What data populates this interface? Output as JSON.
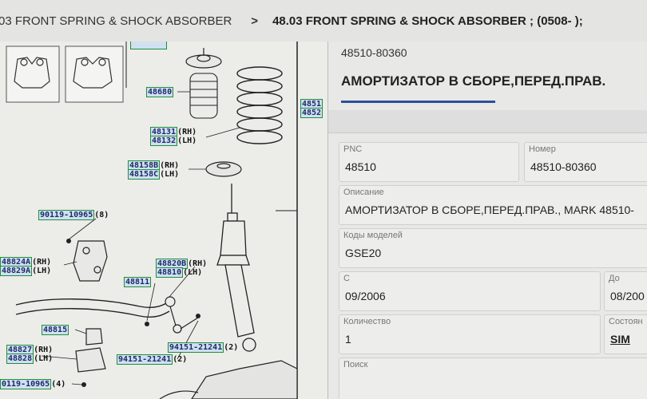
{
  "breadcrumb": {
    "level1": "03 FRONT SPRING & SHOCK ABSORBER",
    "separator": ">",
    "level2": "48.03 FRONT SPRING & SHOCK ABSORBER ; (0508- );"
  },
  "diagram": {
    "labels": {
      "l48680": "48680",
      "l48131": "48131",
      "l48132": "48132",
      "l48158b": "48158B",
      "l48158c": "48158C",
      "l90119a": "90119-10965",
      "l48824a": "48824A",
      "l48829a": "48829A",
      "l48820b": "48820B",
      "l48810": "48810",
      "l48811": "48811",
      "l48815": "48815",
      "l48827": "48827",
      "l48828": "48828",
      "l94151a": "94151-21241",
      "l94151b": "94151-21241",
      "l90119b": "0119-10965",
      "l485r1": "4851",
      "l485r2": "4852"
    },
    "qty8": "(8)",
    "qty2a": "(2)",
    "qty2b": "(2)",
    "qty4": "(4)",
    "rh": "(RH)",
    "lh": "(LH)"
  },
  "part": {
    "number": "48510-80360",
    "title": "АМОРТИЗАТОР В СБОРЕ,ПЕРЕД.ПРАВ.",
    "fields": {
      "pnc_label": "PNC",
      "pnc_value": "48510",
      "nomer_label": "Номер",
      "nomer_value": "48510-80360",
      "desc_label": "Описание",
      "desc_value": "АМОРТИЗАТОР В СБОРЕ,ПЕРЕД.ПРАВ., MARK 48510-",
      "codes_label": "Коды моделей",
      "codes_value": "GSE20",
      "from_label": "С",
      "from_value": "09/2006",
      "to_label": "До",
      "to_value": "08/200",
      "qty_label": "Количество",
      "qty_value": "1",
      "status_label": "Состоян",
      "status_value": "SIM",
      "search_label": "Поиск"
    }
  }
}
